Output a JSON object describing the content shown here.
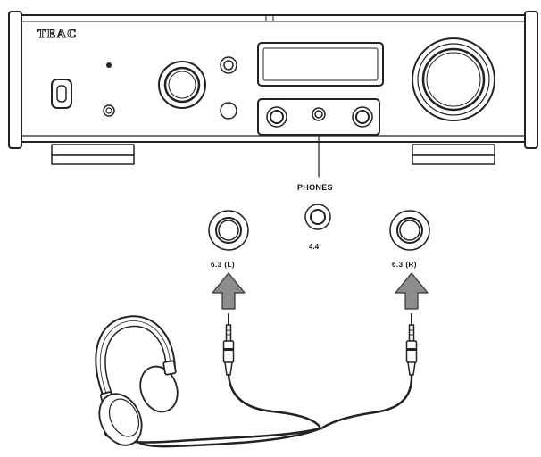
{
  "brand": {
    "logo_text": "TEAC"
  },
  "labels": {
    "phones": "PHONES",
    "jack_balanced": "4.4",
    "jack_left": "6.3 (L)",
    "jack_right": "6.3 (R)"
  },
  "colors": {
    "outline": "#222222",
    "arrow_fill": "#8c8c8c",
    "panel_fill": "#ffffff"
  },
  "icons": [
    "headphones-icon",
    "arrow-up-icon",
    "plug-icon"
  ]
}
